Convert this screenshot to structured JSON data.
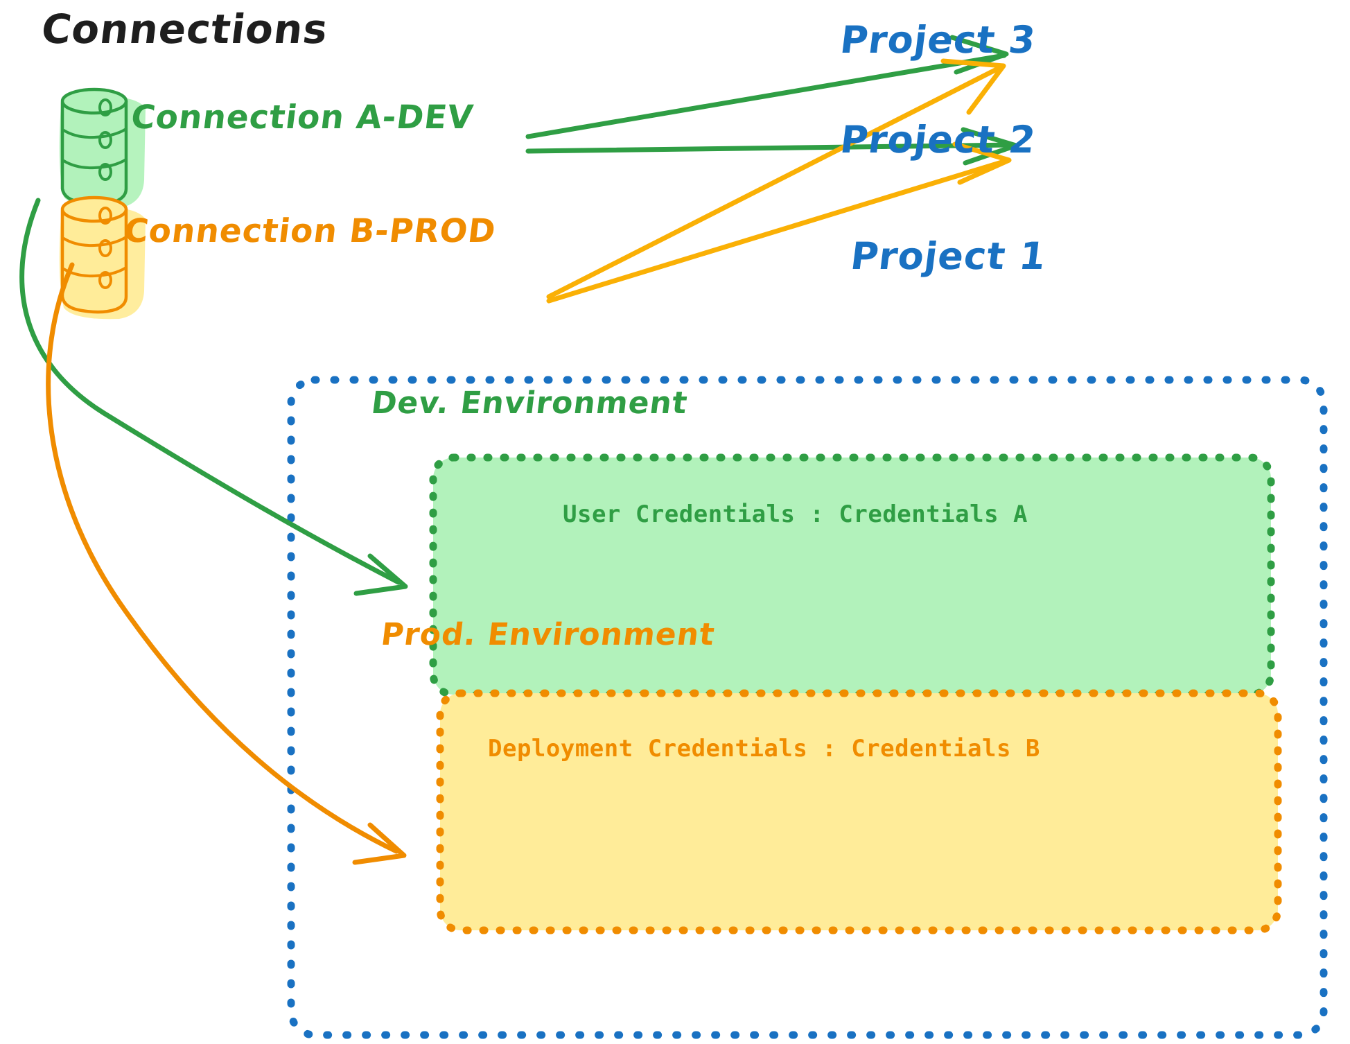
{
  "diagram": {
    "title": "Connections",
    "colors": {
      "green_stroke": "#2f9e44",
      "green_fill": "#b2f2bb",
      "orange_stroke": "#f08c00",
      "orange_fill": "#ffec99",
      "blue_stroke": "#1971c2",
      "black_text": "#1e1e1e",
      "white_bg": "#ffffff"
    },
    "connections": [
      {
        "id": "a-dev",
        "label": "Connection A-DEV",
        "color": "#2f9e44",
        "icon": "database-cylinder-icon"
      },
      {
        "id": "b-prod",
        "label": "Connection B-PROD",
        "color": "#f08c00",
        "icon": "database-cylinder-icon"
      }
    ],
    "projects": [
      {
        "id": "project-3",
        "label": "Project 3"
      },
      {
        "id": "project-2",
        "label": "Project 2"
      },
      {
        "id": "project-1",
        "label": "Project 1"
      }
    ],
    "project_1_container": {
      "label": "Project 1",
      "border_style": "dotted",
      "border_color": "#1971c2",
      "environments": [
        {
          "id": "dev",
          "title": "Dev. Environment",
          "credentials_label": "User Credentials : Credentials A",
          "fill": "#b2f2bb",
          "stroke": "#2f9e44"
        },
        {
          "id": "prod",
          "title": "Prod. Environment",
          "credentials_label": "Deployment Credentials : Credentials B",
          "fill": "#ffec99",
          "stroke": "#f08c00"
        }
      ]
    },
    "edges": [
      {
        "from": "a-dev",
        "to": "project-3",
        "color": "#2f9e44"
      },
      {
        "from": "a-dev",
        "to": "project-2",
        "color": "#2f9e44"
      },
      {
        "from": "a-dev",
        "to": "dev-environment",
        "color": "#2f9e44"
      },
      {
        "from": "b-prod",
        "to": "project-3",
        "color": "#f5b942"
      },
      {
        "from": "b-prod",
        "to": "project-2",
        "color": "#f5b942"
      },
      {
        "from": "b-prod",
        "to": "prod-environment",
        "color": "#f08c00"
      }
    ]
  }
}
